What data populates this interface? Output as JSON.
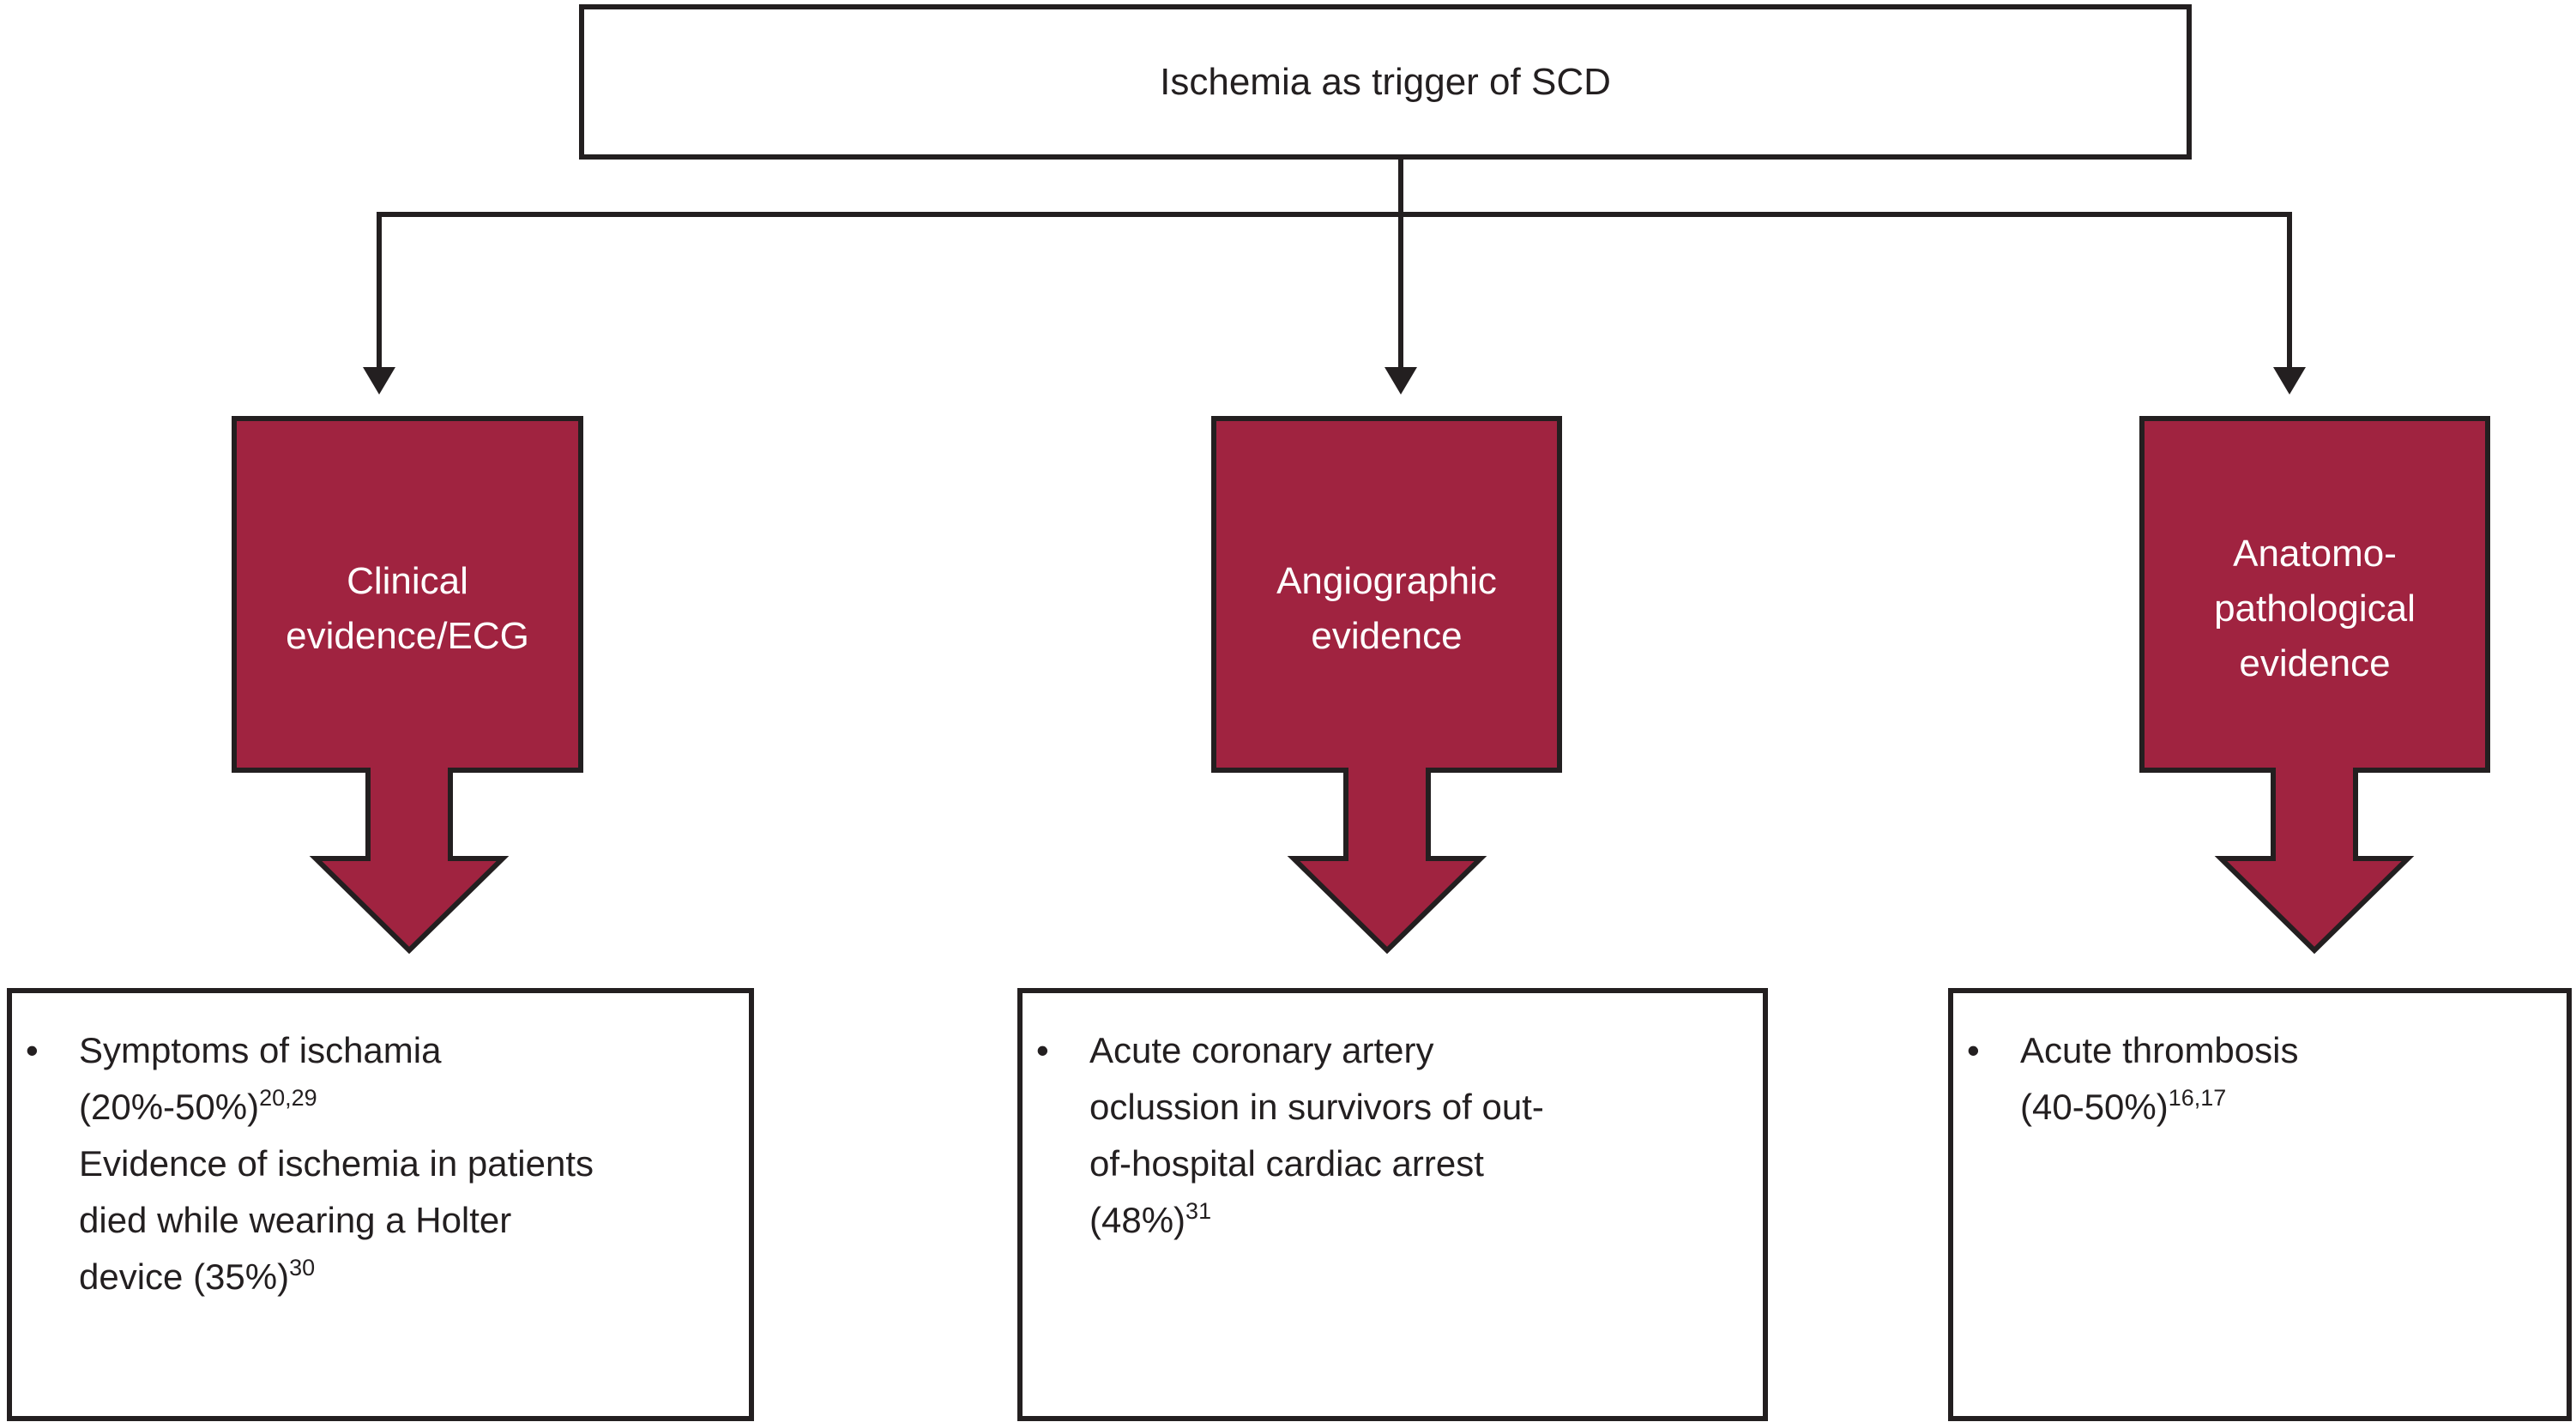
{
  "colors": {
    "accent_red": "#A02340",
    "line_dark": "#231F20",
    "background": "#FFFFFF",
    "label_text": "#FFFFFF"
  },
  "title_box": {
    "label": "Ischemia as trigger of SCD"
  },
  "branches": [
    {
      "id": "clinical",
      "label_lines": [
        "Clinical",
        "evidence/ECG"
      ],
      "detail_lines": [
        {
          "bullet": true,
          "text": "Symptoms of ischamia"
        },
        {
          "bullet": false,
          "text": "(20%-50%)",
          "sup": "20,29"
        },
        {
          "bullet": false,
          "text": "Evidence of ischemia in patients"
        },
        {
          "bullet": false,
          "text": "died while wearing a Holter"
        },
        {
          "bullet": false,
          "text": "device (35%)",
          "sup": "30"
        }
      ]
    },
    {
      "id": "angiographic",
      "label_lines": [
        "Angiographic",
        "evidence"
      ],
      "detail_lines": [
        {
          "bullet": true,
          "text": "Acute coronary artery"
        },
        {
          "bullet": false,
          "text": "oclussion in survivors of out-"
        },
        {
          "bullet": false,
          "text": "of-hospital cardiac arrest"
        },
        {
          "bullet": false,
          "text": "(48%)",
          "sup": "31"
        }
      ]
    },
    {
      "id": "anatomo-pathological",
      "label_lines": [
        "Anatomo-",
        "pathological",
        "evidence"
      ],
      "detail_lines": [
        {
          "bullet": true,
          "text": "Acute thrombosis"
        },
        {
          "bullet": false,
          "text": "(40-50%)",
          "sup": "16,17"
        }
      ]
    }
  ],
  "bullet_glyph": "•"
}
